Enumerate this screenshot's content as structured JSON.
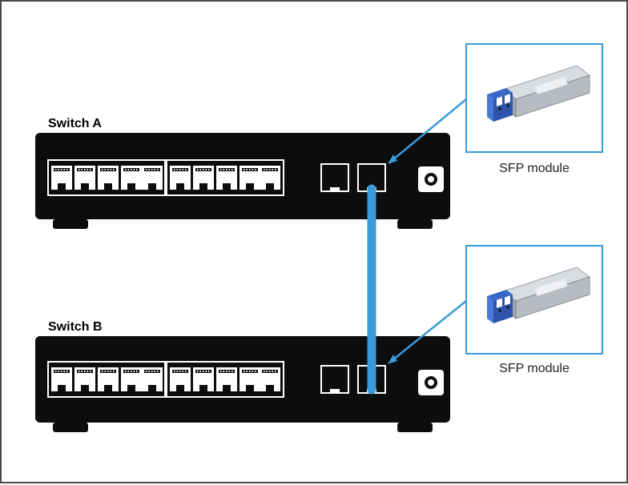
{
  "switches": [
    {
      "label": "Switch A"
    },
    {
      "label": "Switch B"
    }
  ],
  "sfp_modules": [
    {
      "label": "SFP module"
    },
    {
      "label": "SFP module"
    }
  ],
  "colors": {
    "switch_body": "#0d0d0d",
    "port": "#ffffff",
    "cable": "#3a9ad9",
    "callout_line": "#3a9ad9",
    "callout_border": "#3a9ad9",
    "sfp_housing": "#b8bcc2",
    "sfp_latch": "#3b67c8"
  },
  "icons": {
    "rj45_port": "rj45-port-icon",
    "sfp_slot": "sfp-slot-icon",
    "power_button": "power-button-icon",
    "sfp_transceiver": "sfp-transceiver-icon"
  }
}
